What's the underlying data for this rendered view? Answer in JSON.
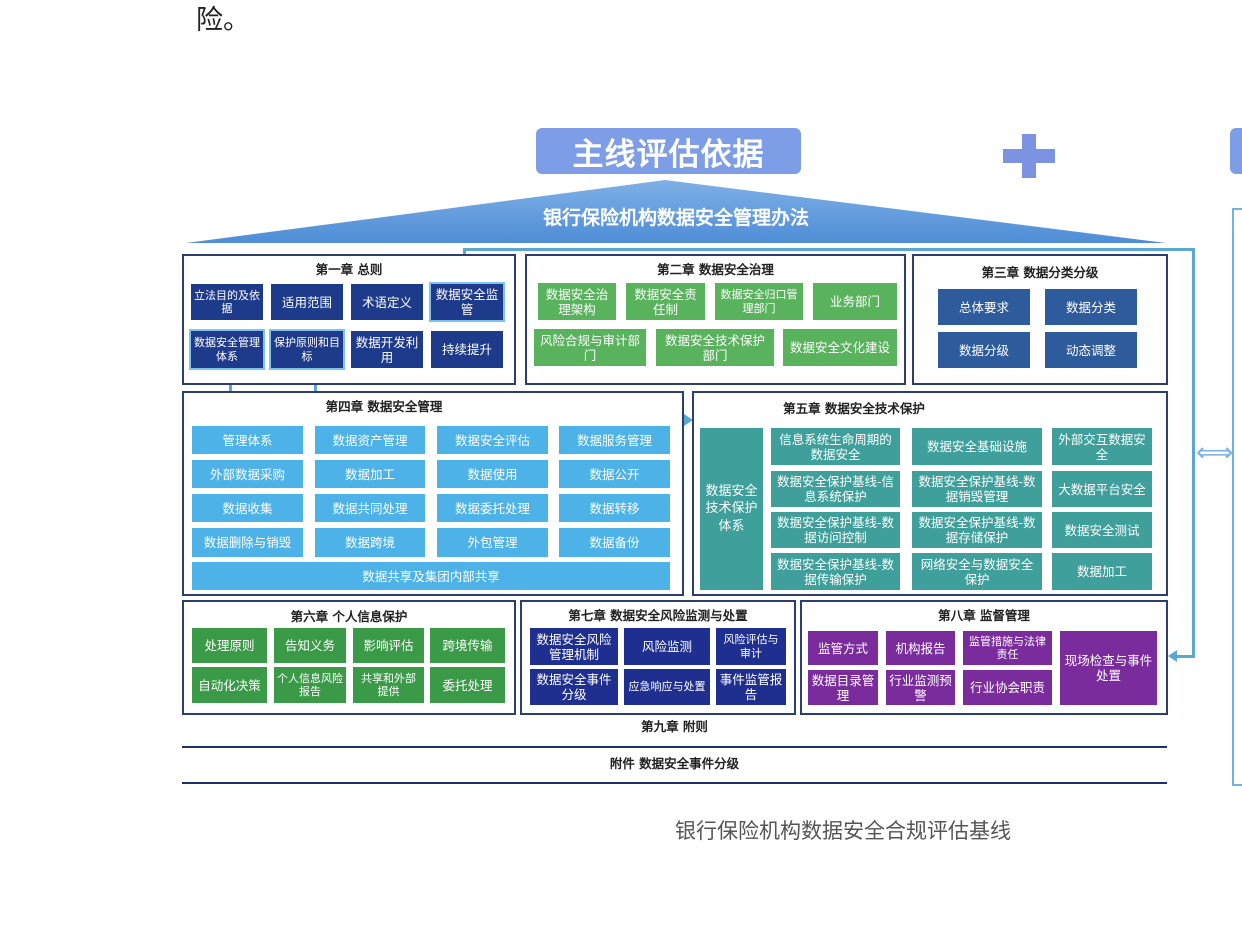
{
  "top_text": "险。",
  "title": "主线评估依据",
  "roof_title": "银行保险机构数据安全管理办法",
  "colors": {
    "navy": "#1e3a8a",
    "green": "#58b35c",
    "light_blue": "#4db2e8",
    "teal": "#3e9f9b",
    "purple": "#7a2c9c",
    "pill": "#7d9de6"
  },
  "ch1": {
    "title": "第一章  总则",
    "cells": [
      "立法目的及依据",
      "适用范围",
      "术语定义",
      "数据安全监管",
      "数据安全管理体系",
      "保护原则和目标",
      "数据开发利用",
      "持续提升"
    ]
  },
  "ch2": {
    "title": "第二章  数据安全治理",
    "cells": [
      "数据安全治理架构",
      "数据安全责任制",
      "数据安全归口管理部门",
      "业务部门",
      "风险合规与审计部门",
      "数据安全技术保护部门",
      "数据安全文化建设"
    ]
  },
  "ch3": {
    "title": "第三章  数据分类分级",
    "cells": [
      "总体要求",
      "数据分类",
      "数据分级",
      "动态调整"
    ]
  },
  "ch4": {
    "title": "第四章  数据安全管理",
    "cells": [
      "管理体系",
      "数据资产管理",
      "数据安全评估",
      "数据服务管理",
      "外部数据采购",
      "数据加工",
      "数据使用",
      "数据公开",
      "数据收集",
      "数据共同处理",
      "数据委托处理",
      "数据转移",
      "数据删除与销毁",
      "数据跨境",
      "外包管理",
      "数据备份",
      "数据共享及集团内部共享"
    ]
  },
  "ch5": {
    "title": "第五章  数据安全技术保护",
    "side": "数据安全技术保护体系",
    "cells": [
      "信息系统生命周期的数据安全",
      "数据安全基础设施",
      "外部交互数据安全",
      "数据安全保护基线-信息系统保护",
      "数据安全保护基线-数据销毁管理",
      "大数据平台安全",
      "数据安全保护基线-数据访问控制",
      "数据安全保护基线-数据存储保护",
      "数据安全测试",
      "数据安全保护基线-数据传输保护",
      "网络安全与数据安全保护",
      "数据加工"
    ]
  },
  "ch6": {
    "title": "第六章  个人信息保护",
    "cells": [
      "处理原则",
      "告知义务",
      "影响评估",
      "跨境传输",
      "自动化决策",
      "个人信息风险报告",
      "共享和外部提供",
      "委托处理"
    ]
  },
  "ch7": {
    "title": "第七章  数据安全风险监测与处置",
    "cells": [
      "数据安全风险管理机制",
      "风险监测",
      "风险评估与审计",
      "数据安全事件分级",
      "应急响应与处置",
      "事件监管报告"
    ]
  },
  "ch8": {
    "title": "第八章  监督管理",
    "cells": [
      "监管方式",
      "机构报告",
      "监管措施与法律责任",
      "数据目录管理",
      "行业监测预警",
      "行业协会职责",
      "现场检查与事件处置"
    ]
  },
  "ch9": "第九章  附则",
  "attachment": "附件  数据安全事件分级",
  "caption": "银行保险机构数据安全合规评估基线"
}
